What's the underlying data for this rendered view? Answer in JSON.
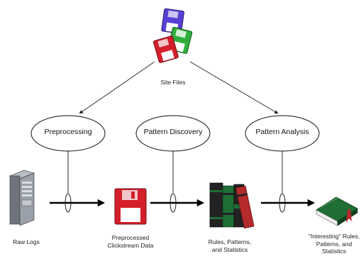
{
  "diagram": {
    "site_files": "Site Files",
    "stages": [
      {
        "label": "Preprocessing"
      },
      {
        "label": "Pattern Discovery"
      },
      {
        "label": "Pattern Analysis"
      }
    ],
    "artifacts": [
      {
        "label": "Raw Logs"
      },
      {
        "label": "Preprocessed Clickstream Data"
      },
      {
        "label": "Rules, Patterns, and Statistics"
      },
      {
        "label": "\"Interesting\" Rules, Patterns, and Statistics"
      }
    ],
    "colors": {
      "disk_blue": "#5a3fd6",
      "disk_green": "#2fae3b",
      "disk_red": "#d41f2a",
      "book_green": "#1e6e35",
      "book_red": "#b52a2a",
      "book_black": "#222222",
      "server_gray": "#8a8f99"
    }
  }
}
